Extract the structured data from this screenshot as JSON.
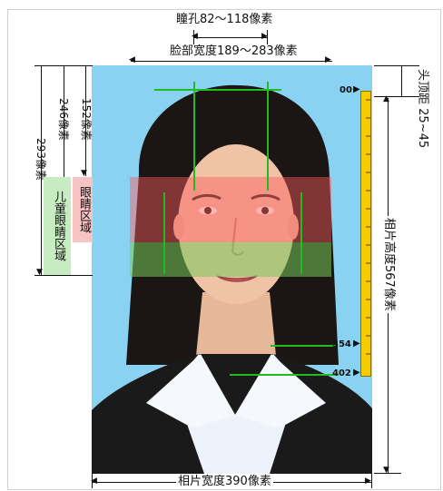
{
  "labels": {
    "pupil": "瞳孔82～118像素",
    "face_width": "脸部宽度189～283像素",
    "photo_width": "相片宽度390像素",
    "photo_height": "相片高度567像素",
    "head_top": "头顶距 25~45",
    "dim_152": "152像素",
    "dim_246": "246像素",
    "dim_293": "293像素",
    "eye_zone": "眼睛区域",
    "child_eye_zone": "儿童眼睛区域"
  },
  "ruler": {
    "mark_00": "00",
    "mark_354": "354",
    "mark_402": "402"
  },
  "colors": {
    "sky": "#8ad2f2",
    "eye_band": "#ff6666",
    "child_band": "#88cc77",
    "guide": "#22bb22",
    "ruler": "#f4cc00"
  }
}
